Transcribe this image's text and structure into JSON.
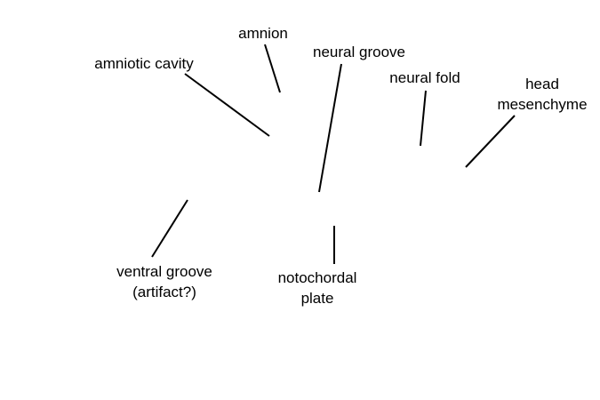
{
  "diagram": {
    "labels": {
      "amnion": "amnion",
      "amniotic_cavity": "amniotic cavity",
      "neural_groove": "neural groove",
      "neural_fold": "neural fold",
      "head_mesenchyme": [
        "head",
        "mesenchyme"
      ],
      "ventral_groove": [
        "ventral groove",
        "(artifact?)"
      ],
      "notochordal_plate": [
        "notochordal",
        "plate"
      ]
    },
    "line_color": "#000000",
    "text_color": "#000000",
    "background": "#ffffff"
  }
}
